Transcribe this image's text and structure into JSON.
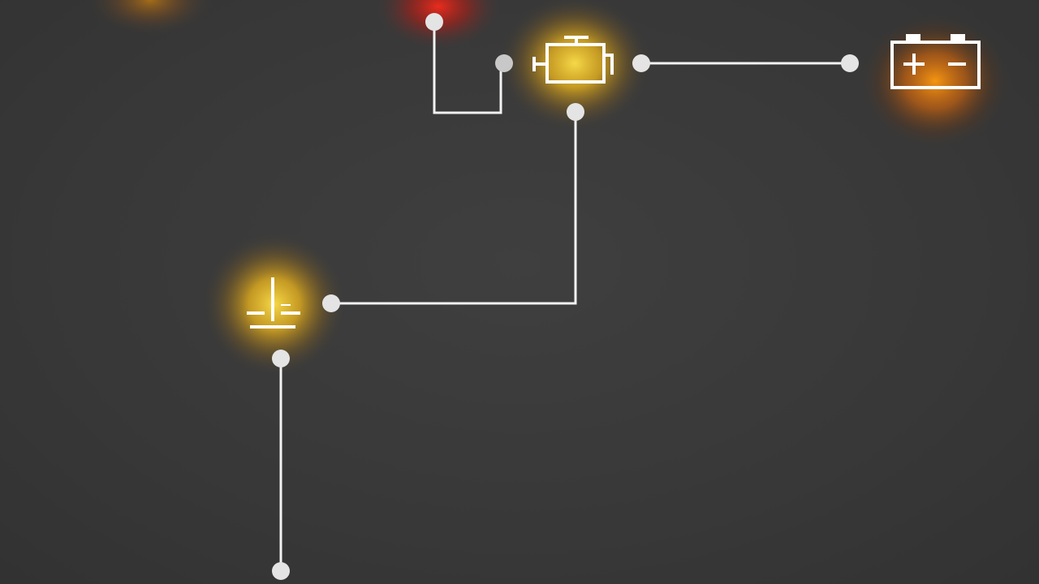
{
  "diagram": {
    "colors": {
      "background": "#3a3a3a",
      "line": "#f2f2f2",
      "node": "#e4e4e4",
      "glow_yellow": "#ffd21a",
      "glow_orange": "#ff8a00",
      "glow_red": "#ff2a1a"
    },
    "icons": [
      {
        "id": "engine",
        "name": "engine-check-icon",
        "glow": "#ffcc00",
        "state": "warning"
      },
      {
        "id": "battery",
        "name": "battery-icon",
        "glow": "#ff7a00",
        "state": "warning"
      },
      {
        "id": "ground",
        "name": "ground-symbol-icon",
        "glow": "#ffd21a",
        "state": "warning"
      }
    ],
    "background_glows": [
      {
        "name": "red-glow",
        "color": "#ff2a1a"
      },
      {
        "name": "orange-glow",
        "color": "#ff9a00"
      }
    ]
  }
}
